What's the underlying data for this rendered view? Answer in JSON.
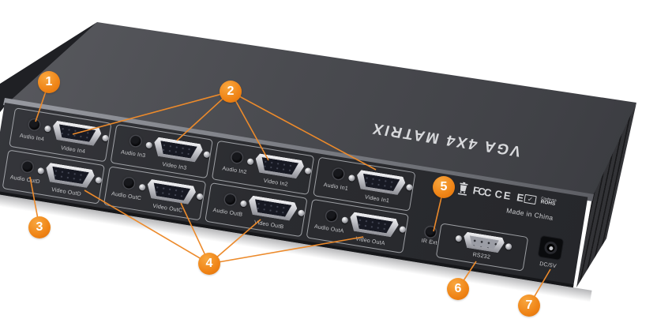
{
  "device": {
    "top_label": "VGA 4X4 MATRIX",
    "made_in": "Made in China",
    "certs": {
      "fcc": "FCC",
      "ce": "CE",
      "emark_letter": "E",
      "emark_check": "✓",
      "rohs_line1": "Conforms",
      "rohs_line2": "ROHS"
    }
  },
  "ports": {
    "inputs": [
      {
        "audio": "Audio In4",
        "video": "Video In4"
      },
      {
        "audio": "Audio In3",
        "video": "Video In3"
      },
      {
        "audio": "Audio In2",
        "video": "Video In2"
      },
      {
        "audio": "Audio In1",
        "video": "Video In1"
      }
    ],
    "outputs": [
      {
        "audio": "Audio OutD",
        "video": "Video OutD"
      },
      {
        "audio": "Audio OutC",
        "video": "Video OutC"
      },
      {
        "audio": "Audio OutB",
        "video": "Video OutB"
      },
      {
        "audio": "Audio OutA",
        "video": "Video OutA"
      }
    ],
    "ir_label": "IR Ext",
    "rs232_label": "RS232",
    "power_label": "DC/5V"
  },
  "callouts": [
    "1",
    "2",
    "3",
    "4",
    "5",
    "6",
    "7"
  ],
  "colors": {
    "callout_orange": "#ef8315",
    "line_orange": "#ec8a2b",
    "device_body": "#2b2c30"
  }
}
